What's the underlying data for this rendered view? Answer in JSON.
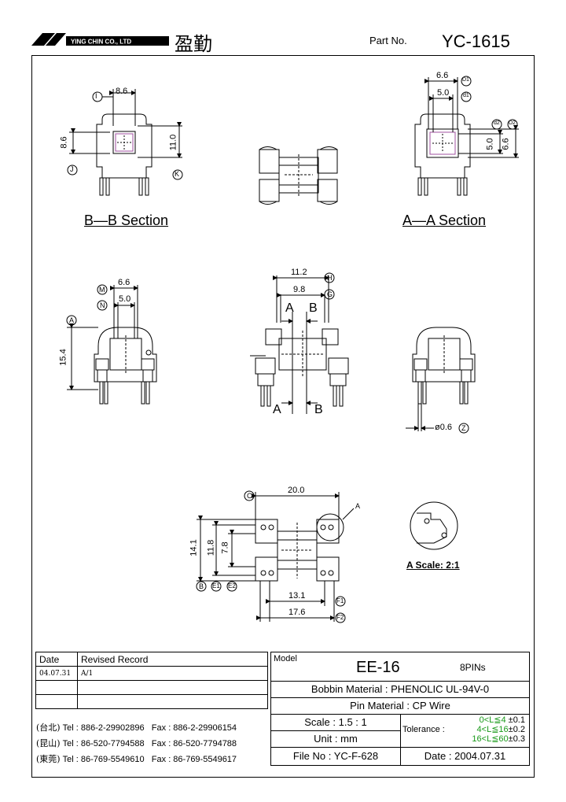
{
  "header": {
    "company": "YING CHIN CO., LTD",
    "company_cn": "盈勤",
    "part_no_label": "Part No.",
    "part_no": "YC-1615"
  },
  "sections": {
    "bb": "B—B Section",
    "aa": "A—A Section",
    "detail": "A Scale: 2:1"
  },
  "dims": {
    "bb_width": "8.6",
    "bb_height_left": "8.6",
    "bb_height_right": "11.0",
    "aa_top1": "6.6",
    "aa_top2": "5.0",
    "aa_right1": "5.0",
    "aa_right2": "6.6",
    "side_top1": "6.6",
    "side_top2": "5.0",
    "side_height": "15.4",
    "front_top1": "11.2",
    "front_top2": "9.8",
    "pin_dia": "ø0.6",
    "bottom_width": "20.0",
    "bottom_h1": "14.1",
    "bottom_h2": "11.8",
    "bottom_h3": "7.8",
    "bottom_w1": "13.1",
    "bottom_w2": "17.6",
    "cut_a": "A",
    "cut_b": "B",
    "detail_ref": "A"
  },
  "callouts": {
    "I": "I",
    "J": "J",
    "K": "K",
    "D1": "D1",
    "d1": "d1",
    "d2": "d2",
    "D2": "D2",
    "M": "M",
    "N": "N",
    "A": "A",
    "H": "H",
    "G": "G",
    "Z": "Z",
    "C": "C",
    "B": "B",
    "E1": "E1",
    "E2": "E2",
    "F1": "F1",
    "F2": "F2"
  },
  "revision": {
    "date_header": "Date",
    "record_header": "Revised  Record",
    "rows": [
      {
        "date": "04.07.31",
        "record": "A/1"
      },
      {
        "date": "",
        "record": ""
      },
      {
        "date": "",
        "record": ""
      }
    ]
  },
  "contacts": [
    {
      "loc": "(台北)",
      "tel": "Tel : 886-2-29902896",
      "fax": "Fax : 886-2-29906154"
    },
    {
      "loc": "(昆山)",
      "tel": "Tel : 86-520-7794588",
      "fax": "Fax : 86-520-7794788"
    },
    {
      "loc": "(東莞)",
      "tel": "Tel : 86-769-5549610",
      "fax": "Fax : 86-769-5549617"
    }
  ],
  "spec": {
    "model_label": "Model",
    "model": "EE-16",
    "pins": "8PINs",
    "bobbin_label": "Bobbin  Material :",
    "bobbin": "PHENOLIC UL-94V-0",
    "pin_label": "Pin  Material :",
    "pin": "CP Wire",
    "scale_label": "Scale :",
    "scale": "1.5 : 1",
    "unit_label": "Unit :",
    "unit": "mm",
    "file_label": "File  No :",
    "file": "YC-F-628",
    "tol_label": "Tolerance :",
    "tol": [
      {
        "range": "0<L≦4",
        "val": "±0.1"
      },
      {
        "range": "4<L≦16",
        "val": "±0.2"
      },
      {
        "range": "16<L≦60",
        "val": "±0.3"
      }
    ],
    "date_label": "Date :",
    "date": "2004.07.31"
  }
}
